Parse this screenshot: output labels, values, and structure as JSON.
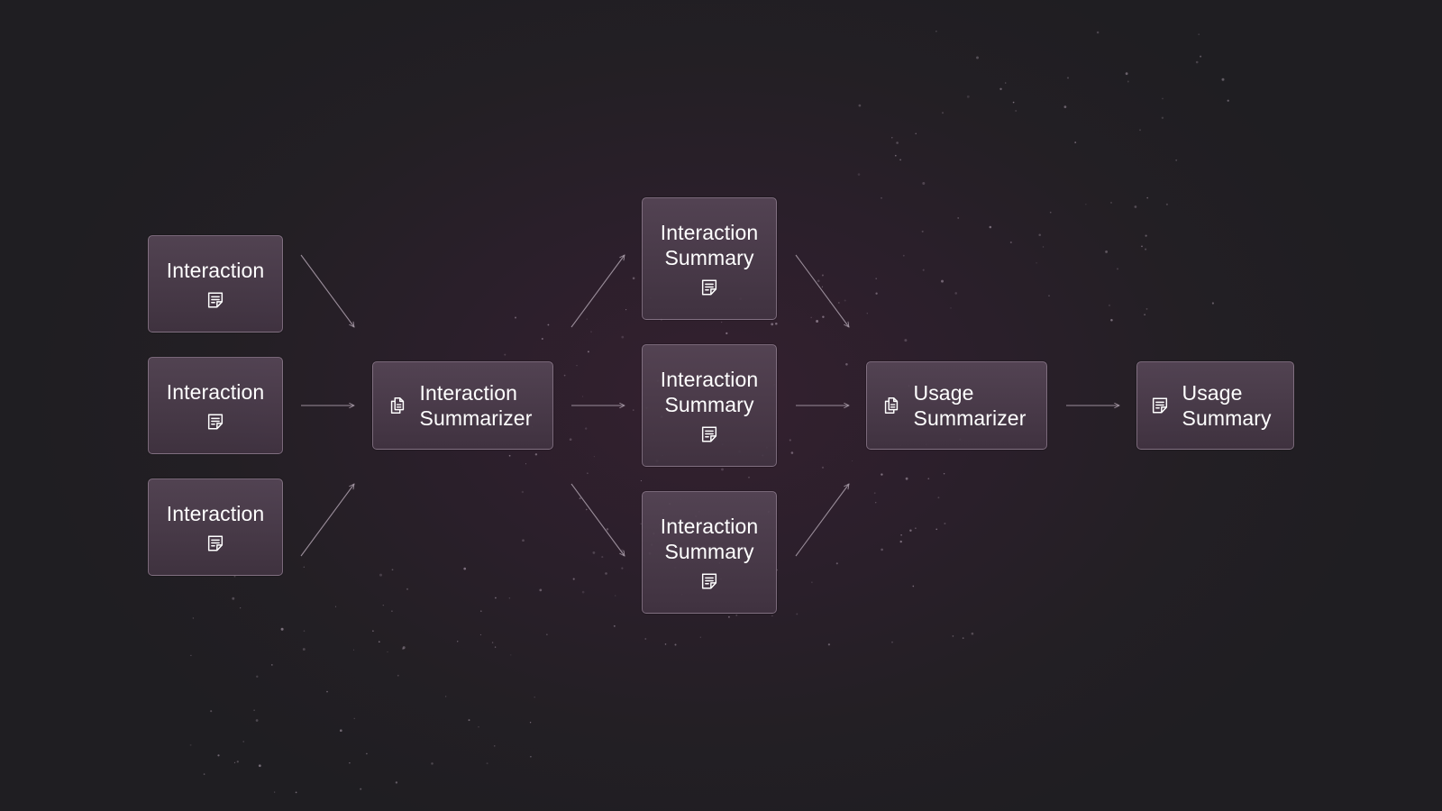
{
  "diagram": {
    "nodes": [
      {
        "id": "interaction-1",
        "label": "Interaction",
        "icon": "note-icon"
      },
      {
        "id": "interaction-2",
        "label": "Interaction",
        "icon": "note-icon"
      },
      {
        "id": "interaction-3",
        "label": "Interaction",
        "icon": "note-icon"
      },
      {
        "id": "interaction-summarizer",
        "label": "Interaction Summarizer",
        "icon": "documents-icon"
      },
      {
        "id": "interaction-summary-1",
        "label": "Interaction Summary",
        "icon": "note-icon"
      },
      {
        "id": "interaction-summary-2",
        "label": "Interaction Summary",
        "icon": "note-icon"
      },
      {
        "id": "interaction-summary-3",
        "label": "Interaction Summary",
        "icon": "note-icon"
      },
      {
        "id": "usage-summarizer",
        "label": "Usage Summarizer",
        "icon": "documents-icon"
      },
      {
        "id": "usage-summary",
        "label": "Usage Summary",
        "icon": "note-icon"
      }
    ],
    "edges": [
      {
        "from": "interaction-1",
        "to": "interaction-summarizer"
      },
      {
        "from": "interaction-2",
        "to": "interaction-summarizer"
      },
      {
        "from": "interaction-3",
        "to": "interaction-summarizer"
      },
      {
        "from": "interaction-summarizer",
        "to": "interaction-summary-1"
      },
      {
        "from": "interaction-summarizer",
        "to": "interaction-summary-2"
      },
      {
        "from": "interaction-summarizer",
        "to": "interaction-summary-3"
      },
      {
        "from": "interaction-summary-1",
        "to": "usage-summarizer"
      },
      {
        "from": "interaction-summary-2",
        "to": "usage-summarizer"
      },
      {
        "from": "interaction-summary-3",
        "to": "usage-summarizer"
      },
      {
        "from": "usage-summarizer",
        "to": "usage-summary"
      }
    ]
  },
  "colors": {
    "background": "#231f24",
    "background_glow": "#34202f",
    "node_fill": "#4e404e",
    "node_border": "#9c8a9c",
    "arrow": "#9a8d9a",
    "text": "#ffffff"
  }
}
